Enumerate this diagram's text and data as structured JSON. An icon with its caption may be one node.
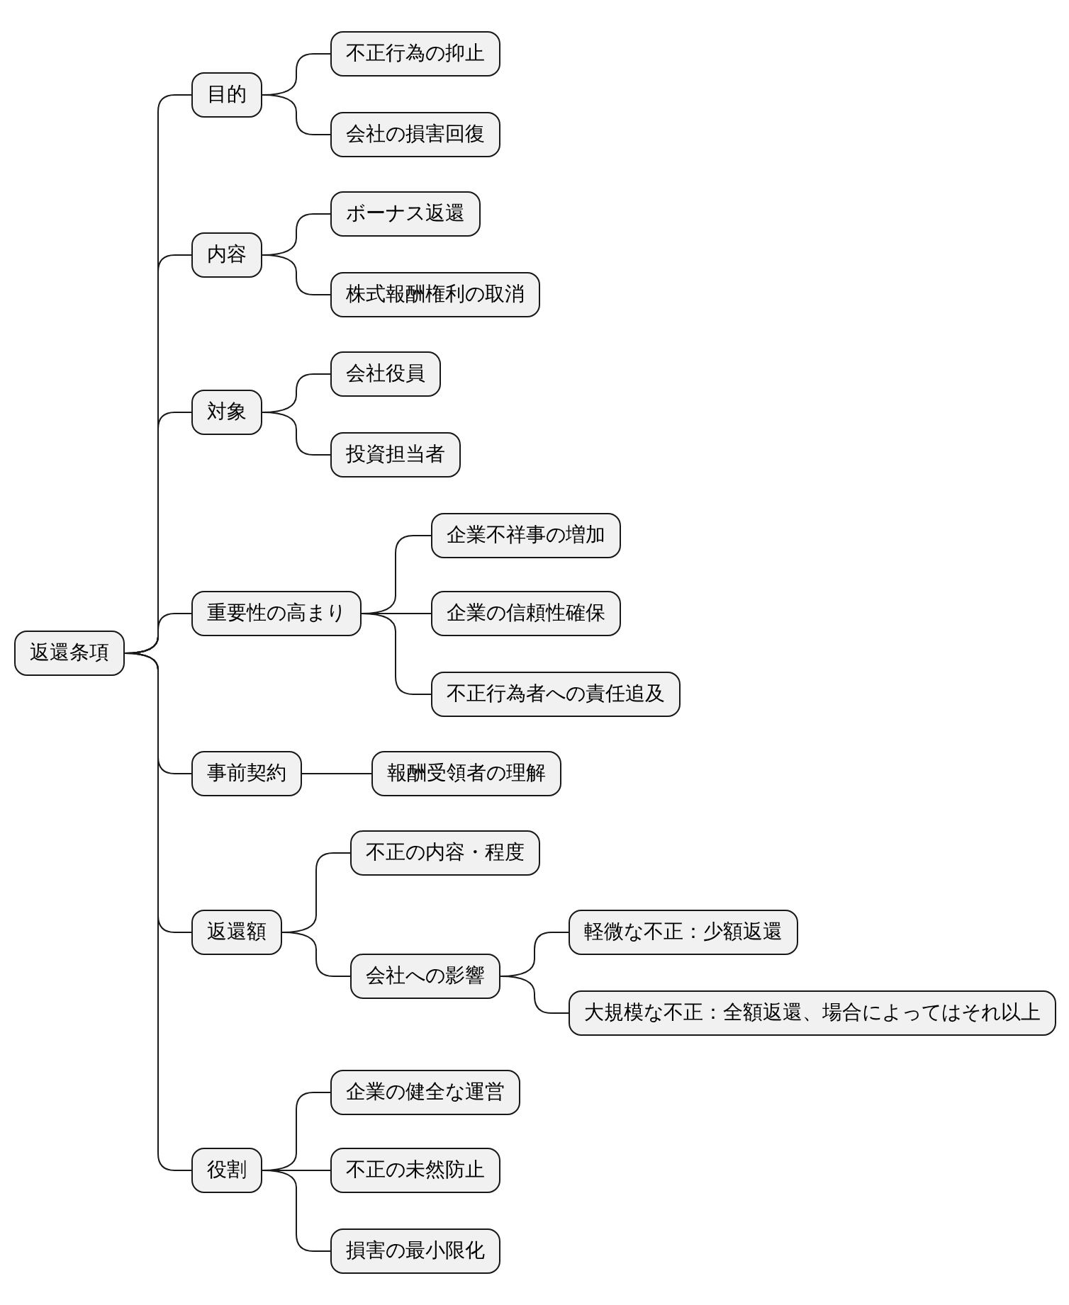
{
  "diagram": {
    "nodes": [
      {
        "text": [
          "返還条項"
        ]
      },
      {
        "text": [
          "目的"
        ]
      },
      {
        "text": [
          "不正行為の抑止"
        ]
      },
      {
        "text": [
          "会社の損害回復"
        ]
      },
      {
        "text": [
          "内容"
        ]
      },
      {
        "text": [
          "ボーナス返還"
        ]
      },
      {
        "text": [
          "株式報酬権利の取消"
        ]
      },
      {
        "text": [
          "対象"
        ]
      },
      {
        "text": [
          "会社役員"
        ]
      },
      {
        "text": [
          "投資担当者"
        ]
      },
      {
        "text": [
          "重要性の高まり"
        ]
      },
      {
        "text": [
          "企業不祥事の増加"
        ]
      },
      {
        "text": [
          "企業の信頼性確保"
        ]
      },
      {
        "text": [
          "不正行為者への責任追及"
        ]
      },
      {
        "text": [
          "事前契約"
        ]
      },
      {
        "text": [
          "報酬受領者の理解"
        ]
      },
      {
        "text": [
          "返還額"
        ]
      },
      {
        "text": [
          "不正の内容・程度"
        ]
      },
      {
        "text": [
          "会社への影響"
        ]
      },
      {
        "text": [
          "軽微な不正：少額返還"
        ]
      },
      {
        "text": [
          "大規模な不正：全額返還、場合によってはそれ以上"
        ]
      },
      {
        "text": [
          "役割"
        ]
      },
      {
        "text": [
          "企業の健全な運営"
        ]
      },
      {
        "text": [
          "不正の未然防止"
        ]
      },
      {
        "text": [
          "損害の最小限化"
        ]
      }
    ],
    "edges": [
      {
        "from": 0,
        "to": 1,
        "arrow": "none"
      },
      {
        "from": 1,
        "to": 2,
        "arrow": "none"
      },
      {
        "from": 1,
        "to": 3,
        "arrow": "none"
      },
      {
        "from": 0,
        "to": 4,
        "arrow": "none"
      },
      {
        "from": 4,
        "to": 5,
        "arrow": "none"
      },
      {
        "from": 4,
        "to": 6,
        "arrow": "none"
      },
      {
        "from": 0,
        "to": 7,
        "arrow": "none"
      },
      {
        "from": 7,
        "to": 8,
        "arrow": "none"
      },
      {
        "from": 7,
        "to": 9,
        "arrow": "none"
      },
      {
        "from": 0,
        "to": 10,
        "arrow": "none"
      },
      {
        "from": 10,
        "to": 11,
        "arrow": "none"
      },
      {
        "from": 10,
        "to": 12,
        "arrow": "none"
      },
      {
        "from": 10,
        "to": 13,
        "arrow": "none"
      },
      {
        "from": 0,
        "to": 14,
        "arrow": "none"
      },
      {
        "from": 14,
        "to": 15,
        "arrow": "none"
      },
      {
        "from": 0,
        "to": 16,
        "arrow": "none"
      },
      {
        "from": 16,
        "to": 17,
        "arrow": "none"
      },
      {
        "from": 16,
        "to": 18,
        "arrow": "none"
      },
      {
        "from": 18,
        "to": 19,
        "arrow": "none"
      },
      {
        "from": 18,
        "to": 20,
        "arrow": "none"
      },
      {
        "from": 0,
        "to": 21,
        "arrow": "none"
      },
      {
        "from": 21,
        "to": 22,
        "arrow": "none"
      },
      {
        "from": 21,
        "to": 23,
        "arrow": "none"
      },
      {
        "from": 21,
        "to": 24,
        "arrow": "none"
      }
    ]
  }
}
